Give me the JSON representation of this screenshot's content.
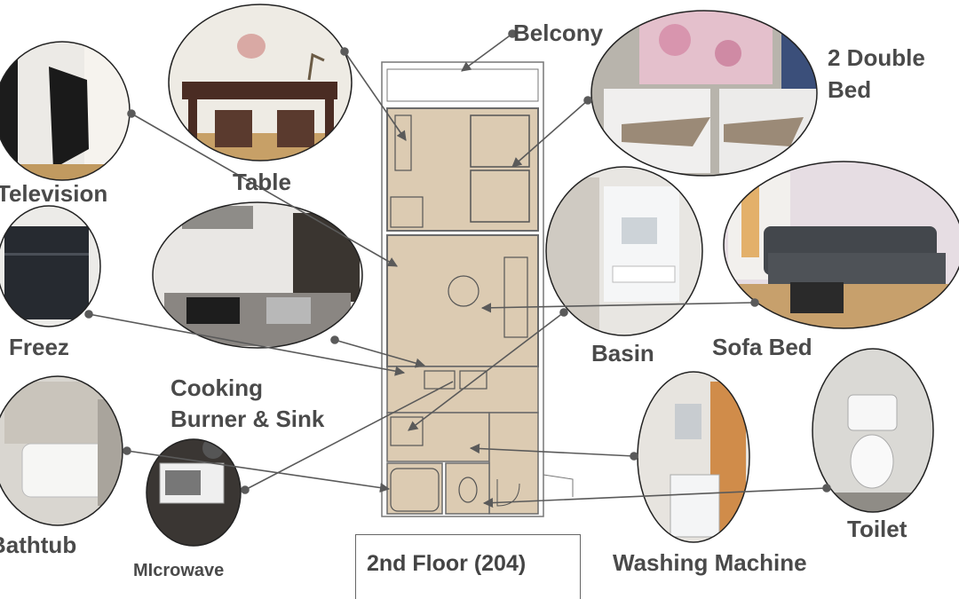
{
  "labels": {
    "belcony": "Belcony",
    "double_bed_line1": "2 Double",
    "double_bed_line2": "Bed",
    "television": "Television",
    "table": "Table",
    "freez": "Freez",
    "cooking_line1": "Cooking",
    "cooking_line2": "Burner & Sink",
    "basin": "Basin",
    "sofa_bed": "Sofa Bed",
    "bathtub": "Bathtub",
    "microwave": "MIcrowave",
    "toilet": "Toilet",
    "washing_machine": "Washing Machine"
  },
  "floor_caption": "2nd Floor (204)",
  "colors": {
    "floor": "#dccbb2",
    "wall": "#6b6b6b",
    "label": "#4a4a4a",
    "connector": "#5a5a5a"
  },
  "photos": [
    {
      "name": "table-photo",
      "subject": "table"
    },
    {
      "name": "television-photo",
      "subject": "television"
    },
    {
      "name": "double-bed-photo",
      "subject": "double-bed"
    },
    {
      "name": "freezer-photo",
      "subject": "freezer"
    },
    {
      "name": "kitchen-photo",
      "subject": "kitchen"
    },
    {
      "name": "basin-photo",
      "subject": "basin"
    },
    {
      "name": "sofa-bed-photo",
      "subject": "sofa-bed"
    },
    {
      "name": "bathtub-photo",
      "subject": "bathtub"
    },
    {
      "name": "microwave-photo",
      "subject": "microwave"
    },
    {
      "name": "washing-machine-photo",
      "subject": "washing-machine"
    },
    {
      "name": "toilet-photo",
      "subject": "toilet"
    }
  ]
}
